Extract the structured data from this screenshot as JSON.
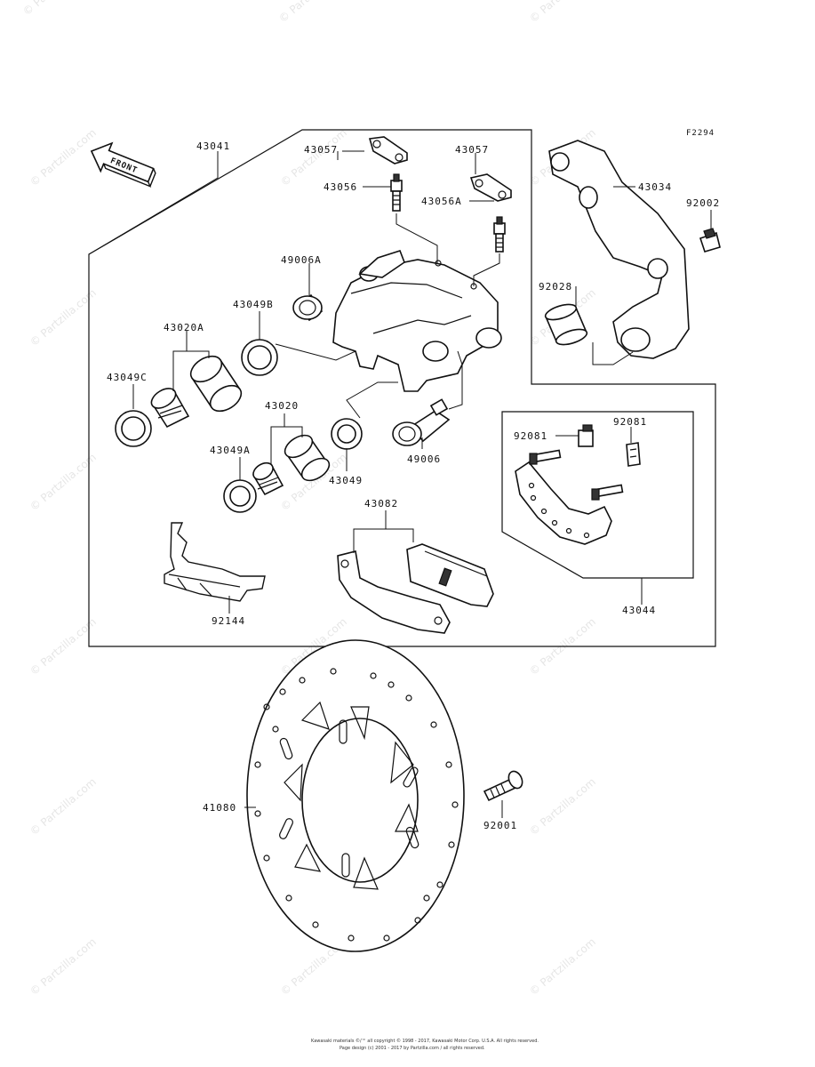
{
  "figure_code": "F2294",
  "front_label": "FRONT",
  "watermark": "© Partzilla.com",
  "copyright_line1": "Kawasaki materials ©/™ all copyright © 1998 - 2017, Kawasaki Motor Corp. U.S.A. All rights reserved.",
  "copyright_line2": "Page design (c) 2001 - 2017 by Partzilla.com / all rights reserved.",
  "labels": {
    "p43041": "43041",
    "p43057a": "43057",
    "p43057b": "43057",
    "p43056": "43056",
    "p43056a": "43056A",
    "p43034": "43034",
    "p92002": "92002",
    "p49006a": "49006A",
    "p43049b": "43049B",
    "p92028": "92028",
    "p43020a": "43020A",
    "p43049c": "43049C",
    "p43020": "43020",
    "p92081a": "92081",
    "p92081b": "92081",
    "p43049a": "43049A",
    "p43049": "43049",
    "p49006": "49006",
    "p43082": "43082",
    "p92144": "92144",
    "p43044": "43044",
    "p41080": "41080",
    "p92001": "92001"
  }
}
